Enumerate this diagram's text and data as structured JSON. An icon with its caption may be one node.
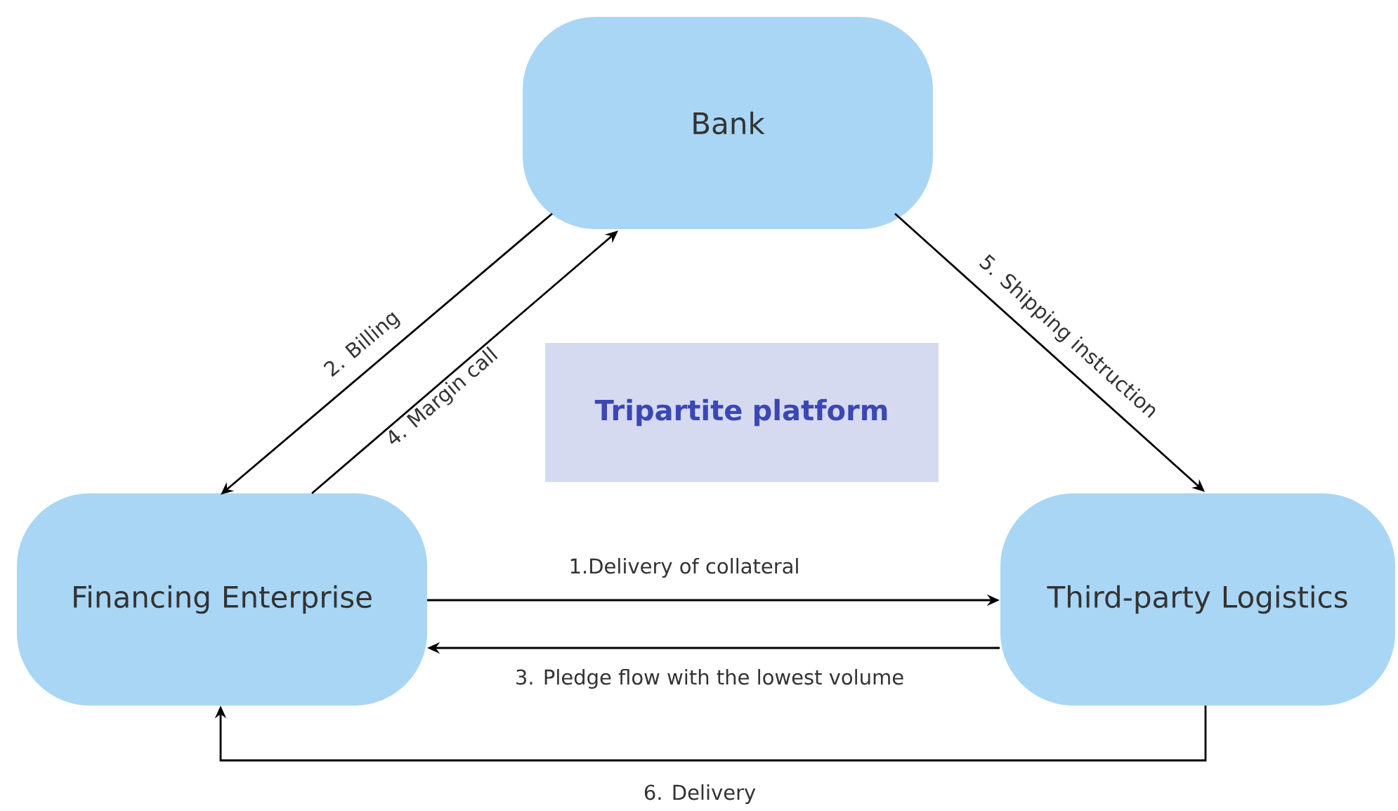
{
  "diagram": {
    "nodes": [
      {
        "text": [
          "Bank"
        ]
      },
      {
        "text": [
          "Financing Enterprise"
        ]
      },
      {
        "text": [
          "Third-party Logistics"
        ]
      },
      {
        "text": [
          "Tripartite platform"
        ]
      }
    ],
    "edges": [
      {
        "from": 1,
        "to": 2,
        "arrow": "to",
        "label": "1.Delivery of collateral"
      },
      {
        "from": 0,
        "to": 1,
        "arrow": "to",
        "label": "2. Billing"
      },
      {
        "from": 2,
        "to": 1,
        "arrow": "to",
        "label": "3. Pledge flow with the lowest volume"
      },
      {
        "from": 1,
        "to": 0,
        "arrow": "to",
        "label": "4. Margin call"
      },
      {
        "from": 0,
        "to": 2,
        "arrow": "to",
        "label": "5. Shipping instruction"
      },
      {
        "from": 2,
        "to": 1,
        "arrow": "to",
        "label": "6. Delivery"
      }
    ]
  }
}
